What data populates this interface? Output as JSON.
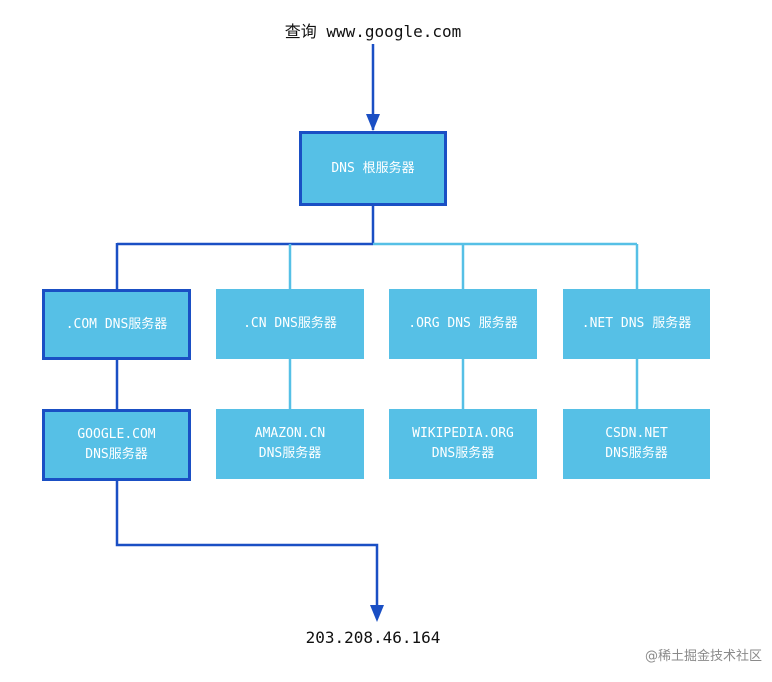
{
  "query": {
    "text": "查询 www.google.com"
  },
  "root": {
    "label": "DNS 根服务器"
  },
  "tld": [
    {
      "label": ".COM DNS服务器",
      "highlighted": true
    },
    {
      "label": ".CN DNS服务器",
      "highlighted": false
    },
    {
      "label": ".ORG DNS 服务器",
      "highlighted": false
    },
    {
      "label": ".NET DNS 服务器",
      "highlighted": false
    }
  ],
  "authoritative": [
    {
      "line1": "GOOGLE.COM",
      "line2": "DNS服务器",
      "highlighted": true
    },
    {
      "line1": "AMAZON.CN",
      "line2": "DNS服务器",
      "highlighted": false
    },
    {
      "line1": "WIKIPEDIA.ORG",
      "line2": "DNS服务器",
      "highlighted": false
    },
    {
      "line1": "CSDN.NET",
      "line2": "DNS服务器",
      "highlighted": false
    }
  ],
  "result": {
    "ip": "203.208.46.164"
  },
  "watermark": {
    "text": "@稀土掘金技术社区"
  },
  "colors": {
    "box_fill": "#56c0e6",
    "active_line": "#1a4fc4",
    "inactive_line": "#56c0e6"
  }
}
